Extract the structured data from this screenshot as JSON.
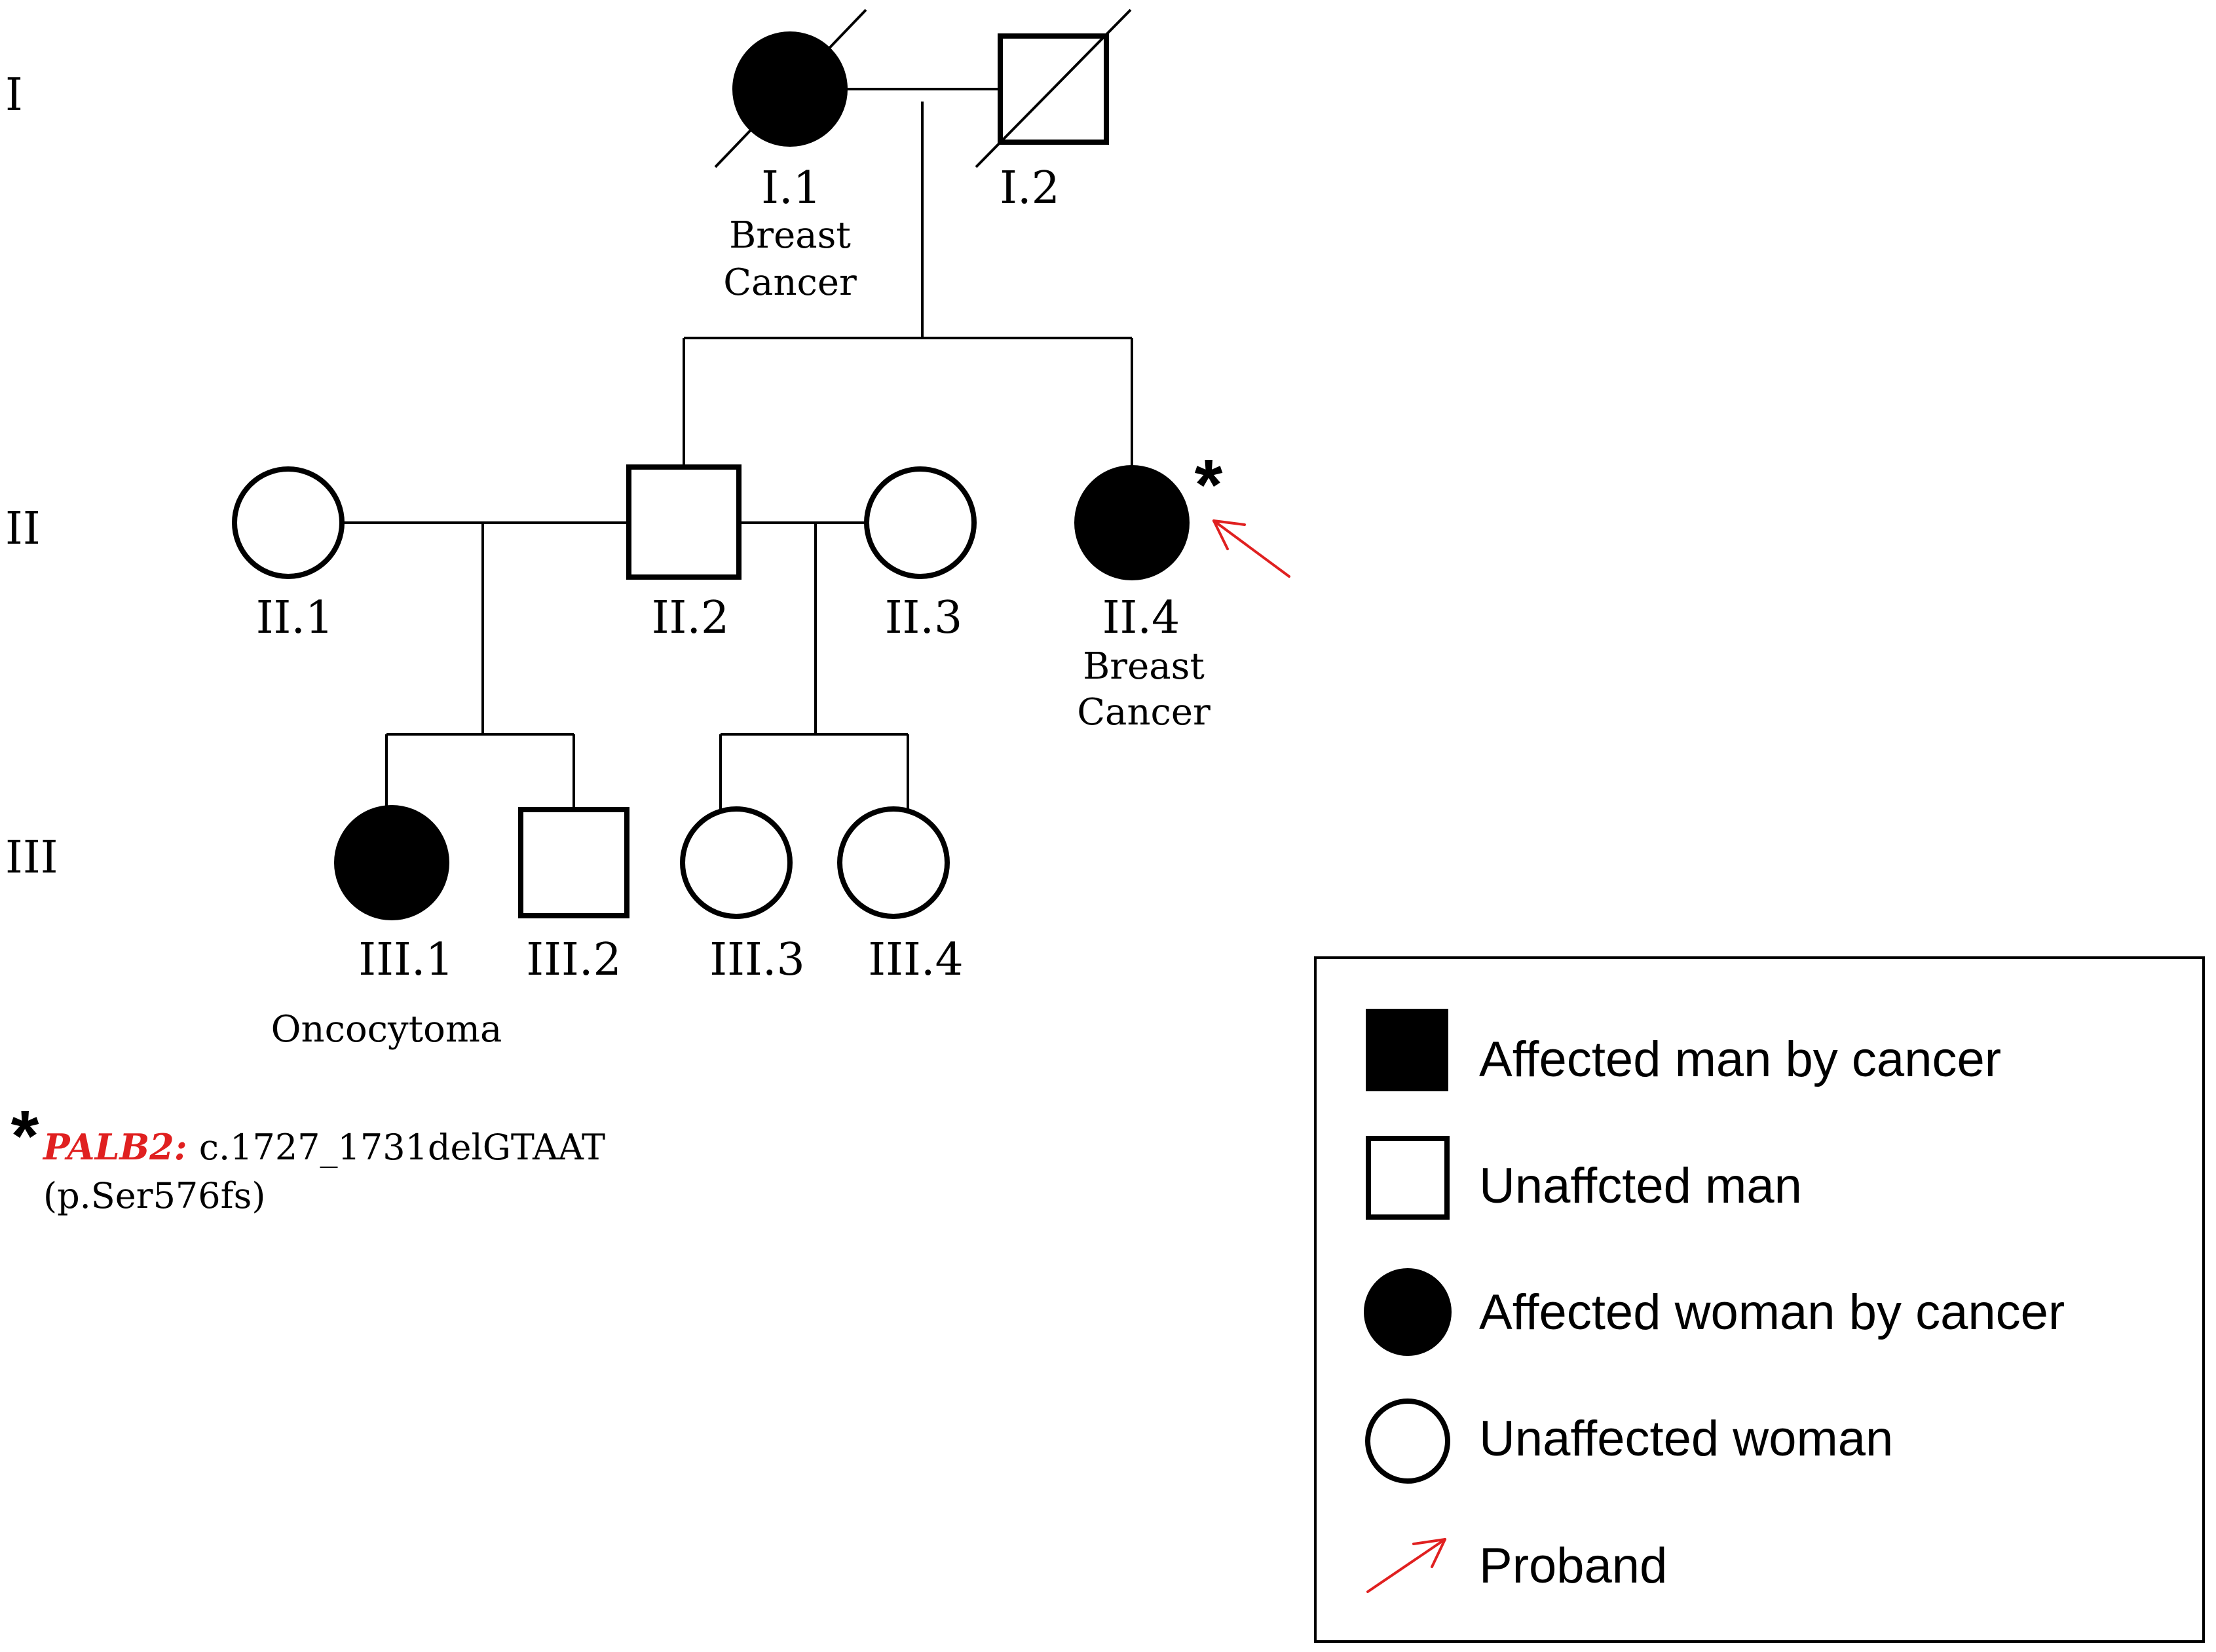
{
  "generations": [
    "I",
    "II",
    "III"
  ],
  "individuals": [
    {
      "id": "I.1",
      "sex": "female",
      "affected": true,
      "deceased": true,
      "diagnosis_lines": [
        "Breast",
        "Cancer"
      ]
    },
    {
      "id": "I.2",
      "sex": "male",
      "affected": false,
      "deceased": true,
      "diagnosis_lines": []
    },
    {
      "id": "II.1",
      "sex": "female",
      "affected": false,
      "deceased": false,
      "diagnosis_lines": []
    },
    {
      "id": "II.2",
      "sex": "male",
      "affected": false,
      "deceased": false,
      "diagnosis_lines": []
    },
    {
      "id": "II.3",
      "sex": "female",
      "affected": false,
      "deceased": false,
      "diagnosis_lines": []
    },
    {
      "id": "II.4",
      "sex": "female",
      "affected": true,
      "deceased": false,
      "proband": true,
      "carrier_mark": "*",
      "diagnosis_lines": [
        "Breast",
        "Cancer"
      ]
    },
    {
      "id": "III.1",
      "sex": "female",
      "affected": true,
      "deceased": false,
      "diagnosis_lines": [
        "Oncocytoma"
      ]
    },
    {
      "id": "III.2",
      "sex": "male",
      "affected": false,
      "deceased": false,
      "diagnosis_lines": []
    },
    {
      "id": "III.3",
      "sex": "female",
      "affected": false,
      "deceased": false,
      "diagnosis_lines": []
    },
    {
      "id": "III.4",
      "sex": "female",
      "affected": false,
      "deceased": false,
      "diagnosis_lines": []
    }
  ],
  "variant_note": {
    "mark": "*",
    "gene": "PALB2:",
    "variant": "c.1727_1731delGTAAT",
    "protein": "(p.Ser576fs)"
  },
  "legend": {
    "items": [
      {
        "symbol": "filled-square",
        "label": "Affected man by cancer"
      },
      {
        "symbol": "open-square",
        "label": "Unaffcted man"
      },
      {
        "symbol": "filled-circle",
        "label": "Affected woman by cancer"
      },
      {
        "symbol": "open-circle",
        "label": "Unaffected woman"
      },
      {
        "symbol": "red-arrow",
        "label": "Proband"
      }
    ]
  },
  "colors": {
    "line": "#000000",
    "affected_fill": "#000000",
    "unaffected_fill": "#ffffff",
    "proband_arrow": "#e02020",
    "gene_name": "#e02020"
  }
}
